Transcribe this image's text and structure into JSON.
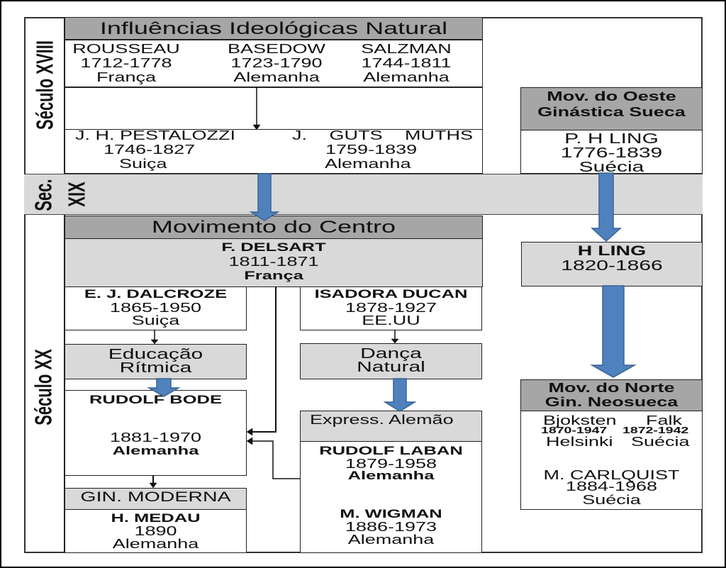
{
  "sidebar": {
    "seculo_xviii": "Século XVIII",
    "sec": "Sec.",
    "xix": "XIX",
    "seculo_xx": "Século XX"
  },
  "natural": {
    "title": "Influências Ideológicas Natural",
    "people": [
      {
        "name": "ROUSSEAU",
        "years": "1712-1778",
        "country": "França"
      },
      {
        "name": "BASEDOW",
        "years": "1723-1790",
        "country": "Alemanha"
      },
      {
        "name": "SALZMAN",
        "years": "1744-1811",
        "country": "Alemanha"
      }
    ]
  },
  "successors": [
    {
      "name": "J. H. PESTALOZZI",
      "years": "1746-1827",
      "country": "Suiça"
    },
    {
      "name": "J. GUTS MUTHS",
      "years": "1759-1839",
      "country": "Alemanha"
    }
  ],
  "oeste": {
    "title_line1": "Mov. do Oeste",
    "title_line2": "Ginástica Sueca",
    "person": {
      "name": "P. H LING",
      "years": "1776-1839",
      "country": "Suécia"
    }
  },
  "centro": {
    "title": "Movimento do Centro",
    "founder": {
      "name": "F. DELSART",
      "years": "1811-1871",
      "country": "França"
    }
  },
  "dalcroze": {
    "name": "E. J. DALCROZE",
    "years": "1865-1950",
    "country": "Suiça"
  },
  "duncan": {
    "name": "ISADORA DUCAN",
    "years": "1878-1927",
    "country": "EE.UU"
  },
  "educacao_ritmica": {
    "line1": "Educação",
    "line2": "Rítmica"
  },
  "danca_natural": {
    "line1": "Dança",
    "line2": "Natural"
  },
  "bode": {
    "name": "RUDOLF BODE",
    "years": "1881-1970",
    "country": "Alemanha"
  },
  "gin_moderna": {
    "title": "GIN. MODERNA",
    "person": {
      "name": "H. MEDAU",
      "years": "1890",
      "country": "Alemanha"
    }
  },
  "expressionismo": {
    "title": "Express. Alemão",
    "people": [
      {
        "name": "RUDOLF LABAN",
        "years": "1879-1958",
        "country": "Alemanha"
      },
      {
        "name": "M. WIGMAN",
        "years": "1886-1973",
        "country": "Alemanha"
      }
    ]
  },
  "h_ling": {
    "name": "H LING",
    "years": "1820-1866"
  },
  "norte": {
    "title_line1": "Mov. do Norte",
    "title_line2": "Gin. Neosueca",
    "people": [
      {
        "name": "Bjoksten",
        "years": "1870-1947",
        "country": "Helsinki"
      },
      {
        "name": "Falk",
        "years": "1872-1942",
        "country": "Suécia"
      },
      {
        "name": "M. CARLQUIST",
        "years": "1884-1968",
        "country": "Suécia"
      }
    ]
  },
  "colors": {
    "header_dark": "#a6a6a6",
    "box_light": "#d9d9d9",
    "arrow_blue": "#4f81bd",
    "arrow_border": "#3a6396"
  }
}
